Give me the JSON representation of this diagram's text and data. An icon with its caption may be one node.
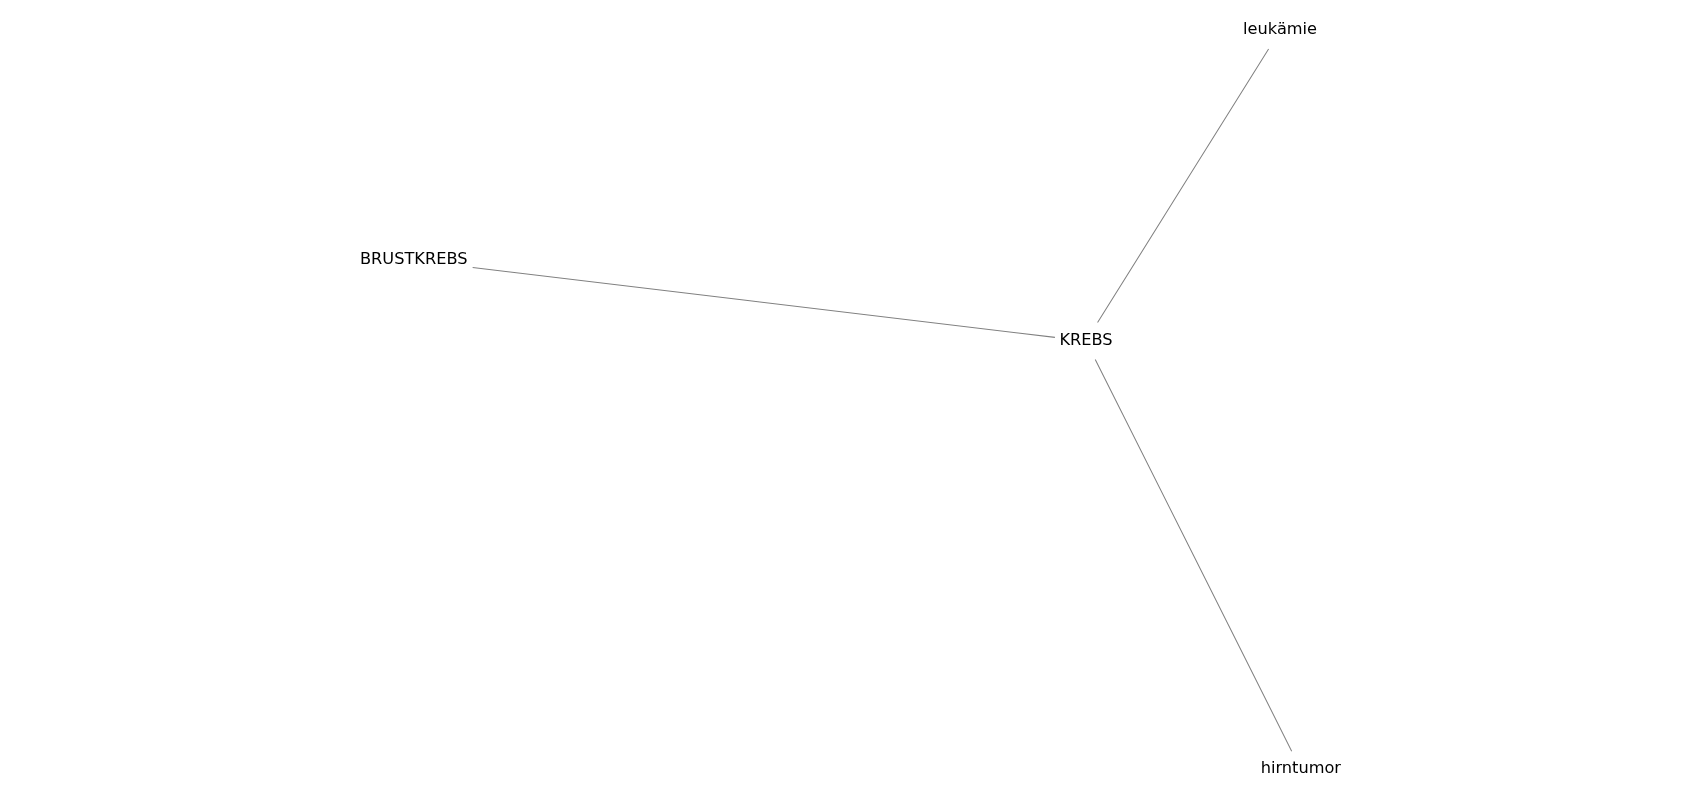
{
  "diagram": {
    "nodes": [
      {
        "text": [
          "leukämie"
        ]
      },
      {
        "text": [
          "KREBS"
        ]
      },
      {
        "text": [
          "BRUSTKREBS"
        ]
      },
      {
        "text": [
          "hirntumor"
        ]
      }
    ],
    "edges": [
      {
        "from": 1,
        "to": 0,
        "arrow": "none"
      },
      {
        "from": 1,
        "to": 2,
        "arrow": "none"
      },
      {
        "from": 1,
        "to": 3,
        "arrow": "none"
      }
    ]
  }
}
